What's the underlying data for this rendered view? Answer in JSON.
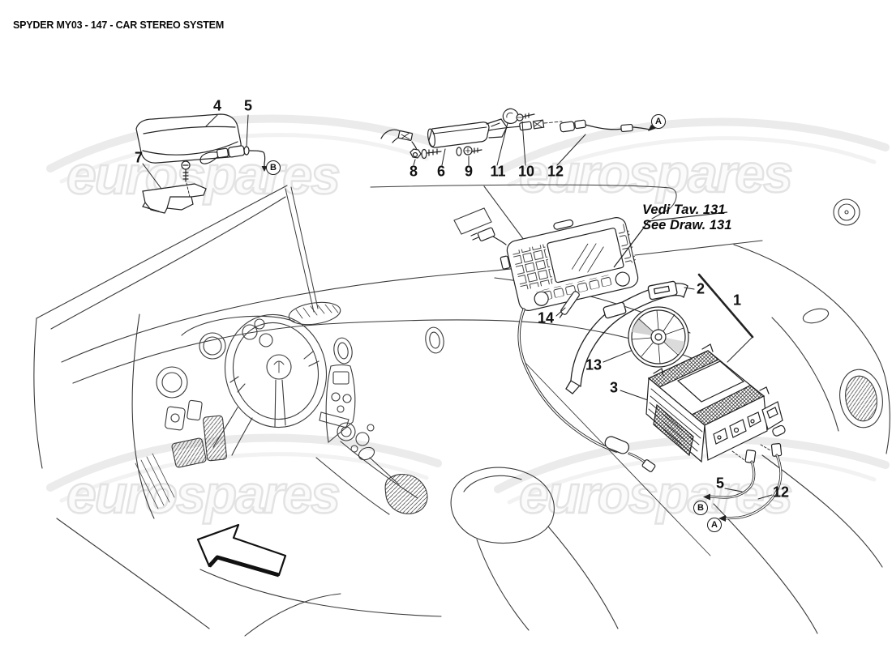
{
  "header": {
    "title": "SPYDER MY03 - 147 - CAR STEREO SYSTEM"
  },
  "watermark": {
    "text": "eurospares"
  },
  "note": {
    "line1": "Vedi Tav. 131",
    "line2": "See Draw. 131"
  },
  "parts": {
    "p1": "1",
    "p2": "2",
    "p3": "3",
    "p4": "4",
    "p5": "5",
    "p6": "6",
    "p7": "7",
    "p8": "8",
    "p9": "9",
    "p10": "10",
    "p11": "11",
    "p12": "12",
    "p13": "13",
    "p14": "14"
  },
  "refs": {
    "a": "A",
    "b": "B"
  },
  "colors": {
    "line_art": "#3a3a3a",
    "watermark": "#e3e3e3",
    "text": "#111111"
  }
}
